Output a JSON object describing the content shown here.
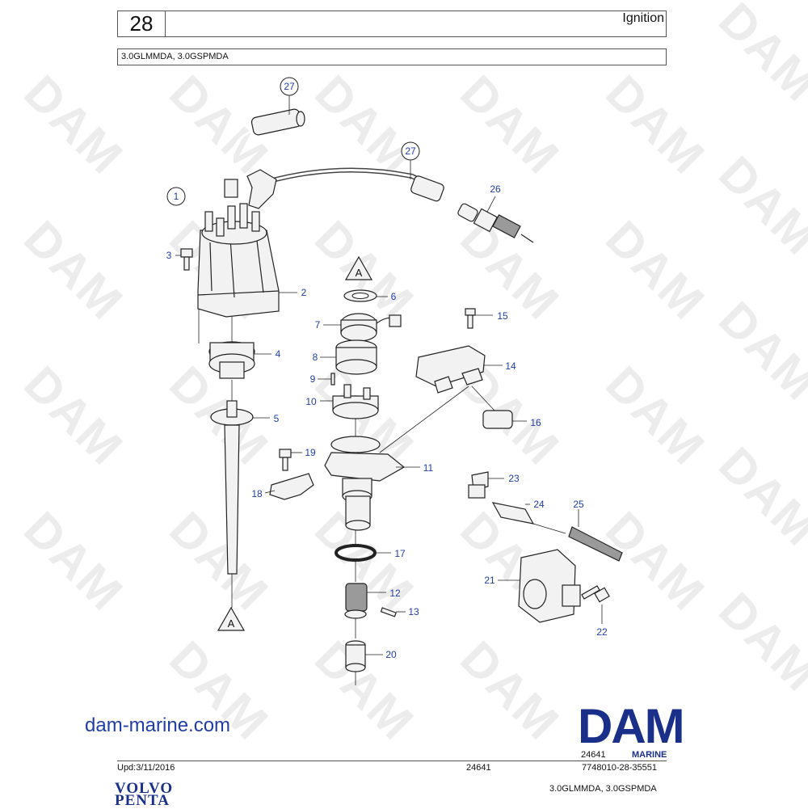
{
  "header": {
    "page_number": "28",
    "section_title": "Ignition",
    "models": "3.0GLMMDA, 3.0GSPMDA"
  },
  "callouts": [
    "27",
    "27",
    "26",
    "1",
    "3",
    "2",
    "4",
    "5",
    "6",
    "7",
    "8",
    "9",
    "10",
    "11",
    "14",
    "15",
    "16",
    "19",
    "18",
    "17",
    "12",
    "13",
    "20",
    "21",
    "22",
    "23",
    "24",
    "25"
  ],
  "marks": {
    "ref_top": "A",
    "ref_bottom": "A"
  },
  "watermark": "DAM",
  "footer": {
    "website": "dam-marine.com",
    "logo_text": "DAM",
    "logo_code": "24641",
    "logo_sub": "MARINE",
    "updated": "Upd:3/11/2016",
    "center_code": "24641",
    "part_ref": "7748010-28-35551",
    "models": "3.0GLMMDA, 3.0GSPMDA",
    "brand_line1": "VOLVO",
    "brand_line2": "PENTA"
  },
  "colors": {
    "callout": "#1f3ea8",
    "logo": "#1a2f8a",
    "watermark": "#ececec"
  }
}
